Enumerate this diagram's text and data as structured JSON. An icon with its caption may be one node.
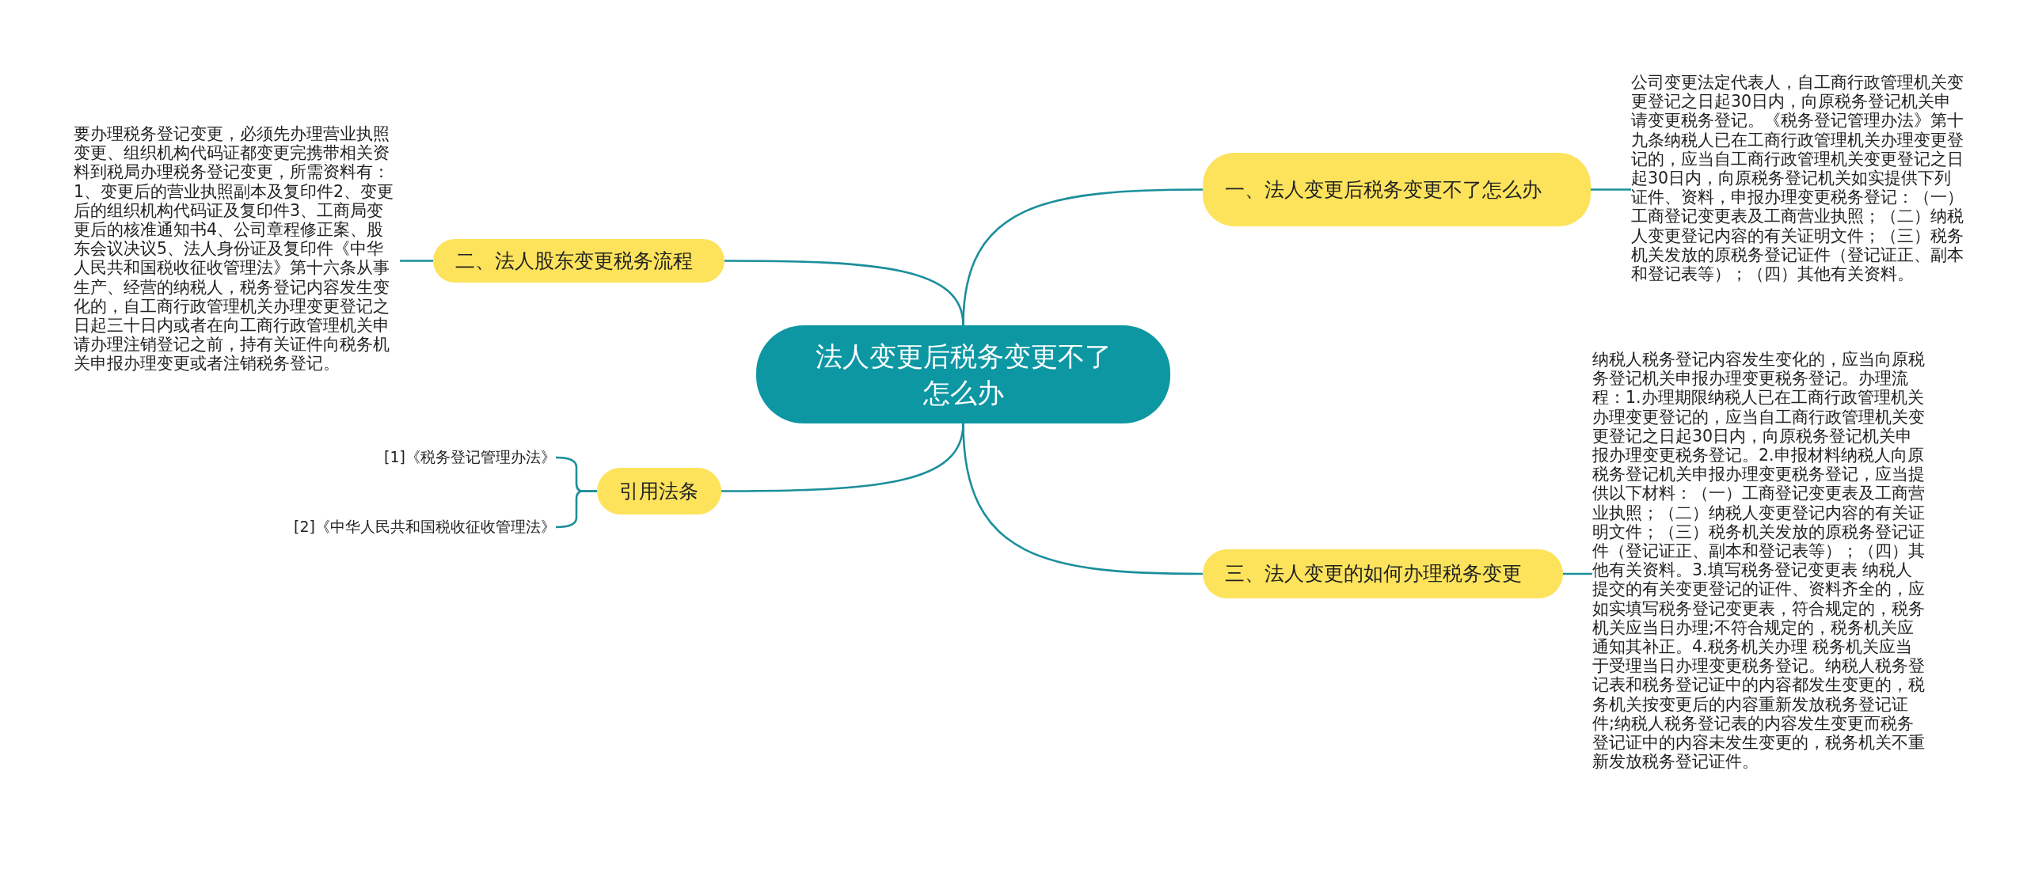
{
  "diagram": {
    "nodes": [
      {
        "text": [
          "法人变更后税务变更不了怎么办"
        ]
      },
      {
        "text": [
          "一、法人变更后税务变更不了怎么办"
        ]
      },
      {
        "text": [
          "公司变更法定代表人，自工商行政管理机关变更登记之日起30日内，向原税务登记机关申请变更税务登记。《税务登记管理办法》第十九条纳税人已在工商行政管理机关办理变更登记的，应当自工商行政管理机关变更登记之日起30日内，向原税务登记机关如实提供下列证件、资料，申报办理变更税务登记：（一）工商登记变更表及工商营业执照；（二）纳税人变更登记内容的有关证明文件；（三）税务机关发放的原税务登记证件（登记证正、副本和登记表等）；（四）其他有关资料。"
        ]
      },
      {
        "text": [
          "三、法人变更的如何办理税务变更"
        ]
      },
      {
        "text": [
          "纳税人税务登记内容发生变化的，应当向原税务登记机关申报办理变更税务登记。办理流程：1.办理期限纳税人已在工商行政管理机关办理变更登记的，应当自工商行政管理机关变更登记之日起30日内，向原税务登记机关申报办理变更税务登记。2.申报材料纳税人向原税务登记机关申报办理变更税务登记，应当提供以下材料：（一）工商登记变更表及工商营业执照；（二）纳税人变更登记内容的有关证明文件；（三）税务机关发放的原税务登记证件（登记证正、副本和登记表等）；（四）其他有关资料。3.填写税务登记变更表 纳税人提交的有关变更登记的证件、资料齐全的，应如实填写税务登记变更表，符合规定的，税务机关应当日办理;不符合规定的，税务机关应通知其补正。4.税务机关办理 税务机关应当于受理当日办理变更税务登记。纳税人税务登记表和税务登记证中的内容都发生变更的，税务机关按变更后的内容重新发放税务登记证件;纳税人税务登记表的内容发生变更而税务登记证中的内容未发生变更的，税务机关不重新发放税务登记证件。"
        ]
      },
      {
        "text": [
          "二、法人股东变更税务流程"
        ]
      },
      {
        "text": [
          "要办理税务登记变更，必须先办理营业执照变更、组织机构代码证都变更完携带相关资料到税局办理税务登记变更，所需资料有：1、变更后的营业执照副本及复印件2、变更后的组织机构代码证及复印件3、工商局变更后的核准通知书4、公司章程修正案、股东会议决议5、法人身份证及复印件《中华人民共和国税收征收管理法》第十六条从事生产、经营的纳税人，税务登记内容发生变化的，自工商行政管理机关办理变更登记之日起三十日内或者在向工商行政管理机关申请办理注销登记之前，持有关证件向税务机关申报办理变更或者注销税务登记。"
        ]
      },
      {
        "text": [
          "引用法条"
        ]
      },
      {
        "text": [
          "[1]《税务登记管理办法》"
        ]
      },
      {
        "text": [
          "[2]《中华人民共和国税收征收管理法》"
        ]
      }
    ],
    "edges": [
      {
        "from": 0,
        "to": 1,
        "arrow": "none"
      },
      {
        "from": 1,
        "to": 2,
        "arrow": "none"
      },
      {
        "from": 0,
        "to": 3,
        "arrow": "none"
      },
      {
        "from": 3,
        "to": 4,
        "arrow": "none"
      },
      {
        "from": 0,
        "to": 5,
        "arrow": "none"
      },
      {
        "from": 5,
        "to": 6,
        "arrow": "none"
      },
      {
        "from": 0,
        "to": 7,
        "arrow": "none"
      },
      {
        "from": 7,
        "to": 8,
        "arrow": "none"
      },
      {
        "from": 7,
        "to": 9,
        "arrow": "none"
      }
    ]
  }
}
